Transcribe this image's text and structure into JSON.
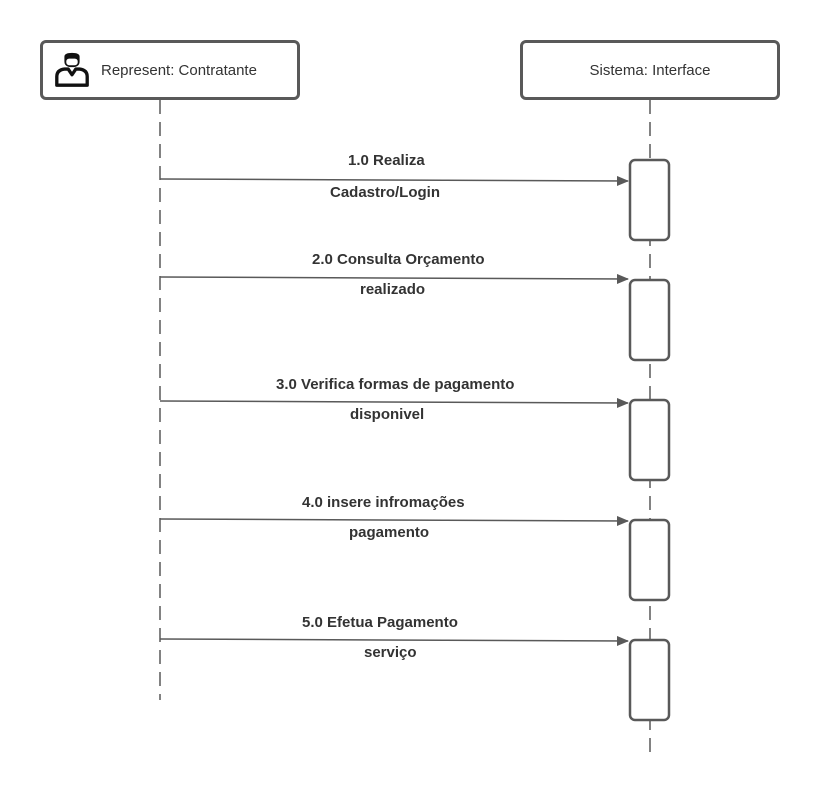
{
  "participants": {
    "left": {
      "name": "Represent: Contratante",
      "icon": "user-icon"
    },
    "right": {
      "name": "Sistema: Interface"
    }
  },
  "messages": [
    {
      "line1": "1.0 Realiza",
      "line2": "Cadastro/Login"
    },
    {
      "line1": "2.0 Consulta Orçamento",
      "line2": "realizado"
    },
    {
      "line1": "3.0 Verifica formas de pagamento",
      "line2": "disponivel"
    },
    {
      "line1": "4.0 insere infromações",
      "line2": "pagamento"
    },
    {
      "line1": "5.0 Efetua Pagamento",
      "line2": "serviço"
    }
  ],
  "colors": {
    "stroke": "#595959",
    "text": "#333333"
  }
}
